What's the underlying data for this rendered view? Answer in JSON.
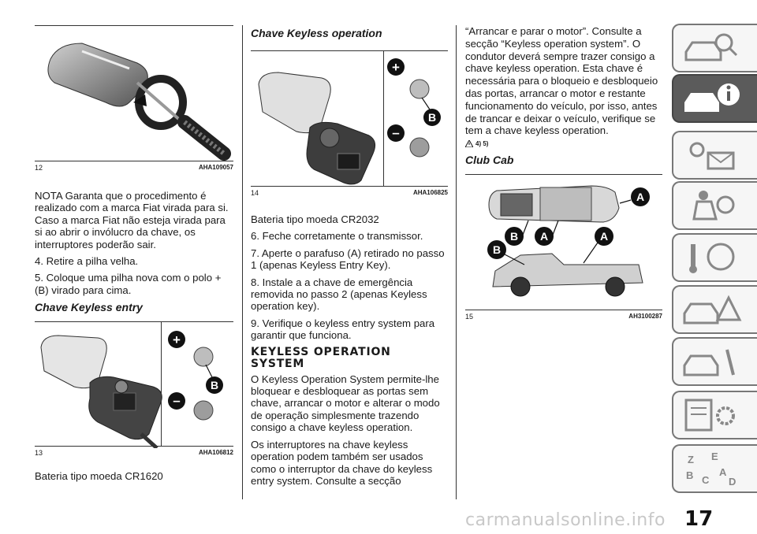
{
  "column1": {
    "fig12": {
      "number": "12",
      "code": "AHA109057"
    },
    "paragraphs": [
      "NOTA  Garanta que o procedimento é realizado com a marca Fiat virada para si. Caso a marca Fiat não esteja virada para si ao abrir o invólucro da chave, os interruptores poderão sair.",
      "4. Retire a pilha velha.",
      "5. Coloque uma pilha nova com o polo + (B) virado para cima."
    ],
    "heading": "Chave Keyless entry",
    "fig13": {
      "number": "13",
      "code": "AHA106812",
      "labels": {
        "plus": "+",
        "minus": "–",
        "b": "B"
      }
    },
    "caption_text": "Bateria tipo moeda CR1620"
  },
  "column2": {
    "heading": "Chave Keyless operation",
    "fig14": {
      "number": "14",
      "code": "AHA106825",
      "labels": {
        "plus": "+",
        "minus": "–",
        "b": "B"
      }
    },
    "paragraphs": [
      "Bateria tipo moeda CR2032",
      "6. Feche corretamente o transmissor.",
      "7. Aperte o parafuso (A) retirado no passo 1 (apenas Keyless Entry Key).",
      "8. Instale a a chave de emergência removida no passo 2 (apenas Keyless operation key).",
      "9. Verifique o keyless entry system para garantir que funciona."
    ],
    "section_title": "KEYLESS OPERATION SYSTEM",
    "paragraphs2": [
      "O Keyless Operation System permite-lhe bloquear e desbloquear as portas sem chave, arrancar o motor e alterar o modo de operação simplesmente trazendo consigo a chave keyless operation.",
      "Os interruptores na chave keyless operation podem também ser usados como o interruptor da chave do keyless entry system. Consulte a secção"
    ]
  },
  "column3": {
    "paragraph": "“Arrancar e parar o motor”. Consulte a secção “Keyless operation system”. O condutor deverá sempre trazer consigo a chave keyless operation. Esta chave é necessária para o bloqueio e desbloqueio das portas, arrancar o motor e restante funcionamento do veículo, por isso, antes de trancar e deixar o veículo, verifique se tem a chave keyless operation.",
    "warning_refs": "4) 5)",
    "heading": "Club Cab",
    "fig15": {
      "number": "15",
      "code": "AH3100287",
      "labels": {
        "a": "A",
        "b": "B"
      }
    }
  },
  "page_number": "17",
  "watermark": "carmanualsonline.info",
  "colors": {
    "text": "#1a1a1a",
    "tab_active": "#5b5b5b",
    "tab_border": "#777777"
  },
  "tabs": [
    {
      "icon": "car-search-icon"
    },
    {
      "icon": "car-info-icon",
      "active": true
    },
    {
      "icon": "warning-light-mail-icon"
    },
    {
      "icon": "airbag-seat-icon"
    },
    {
      "icon": "key-steering-icon"
    },
    {
      "icon": "car-roadside-warning-icon"
    },
    {
      "icon": "car-wrench-icon"
    },
    {
      "icon": "spec-list-gear-icon"
    },
    {
      "icon": "alphabet-index-icon"
    }
  ]
}
